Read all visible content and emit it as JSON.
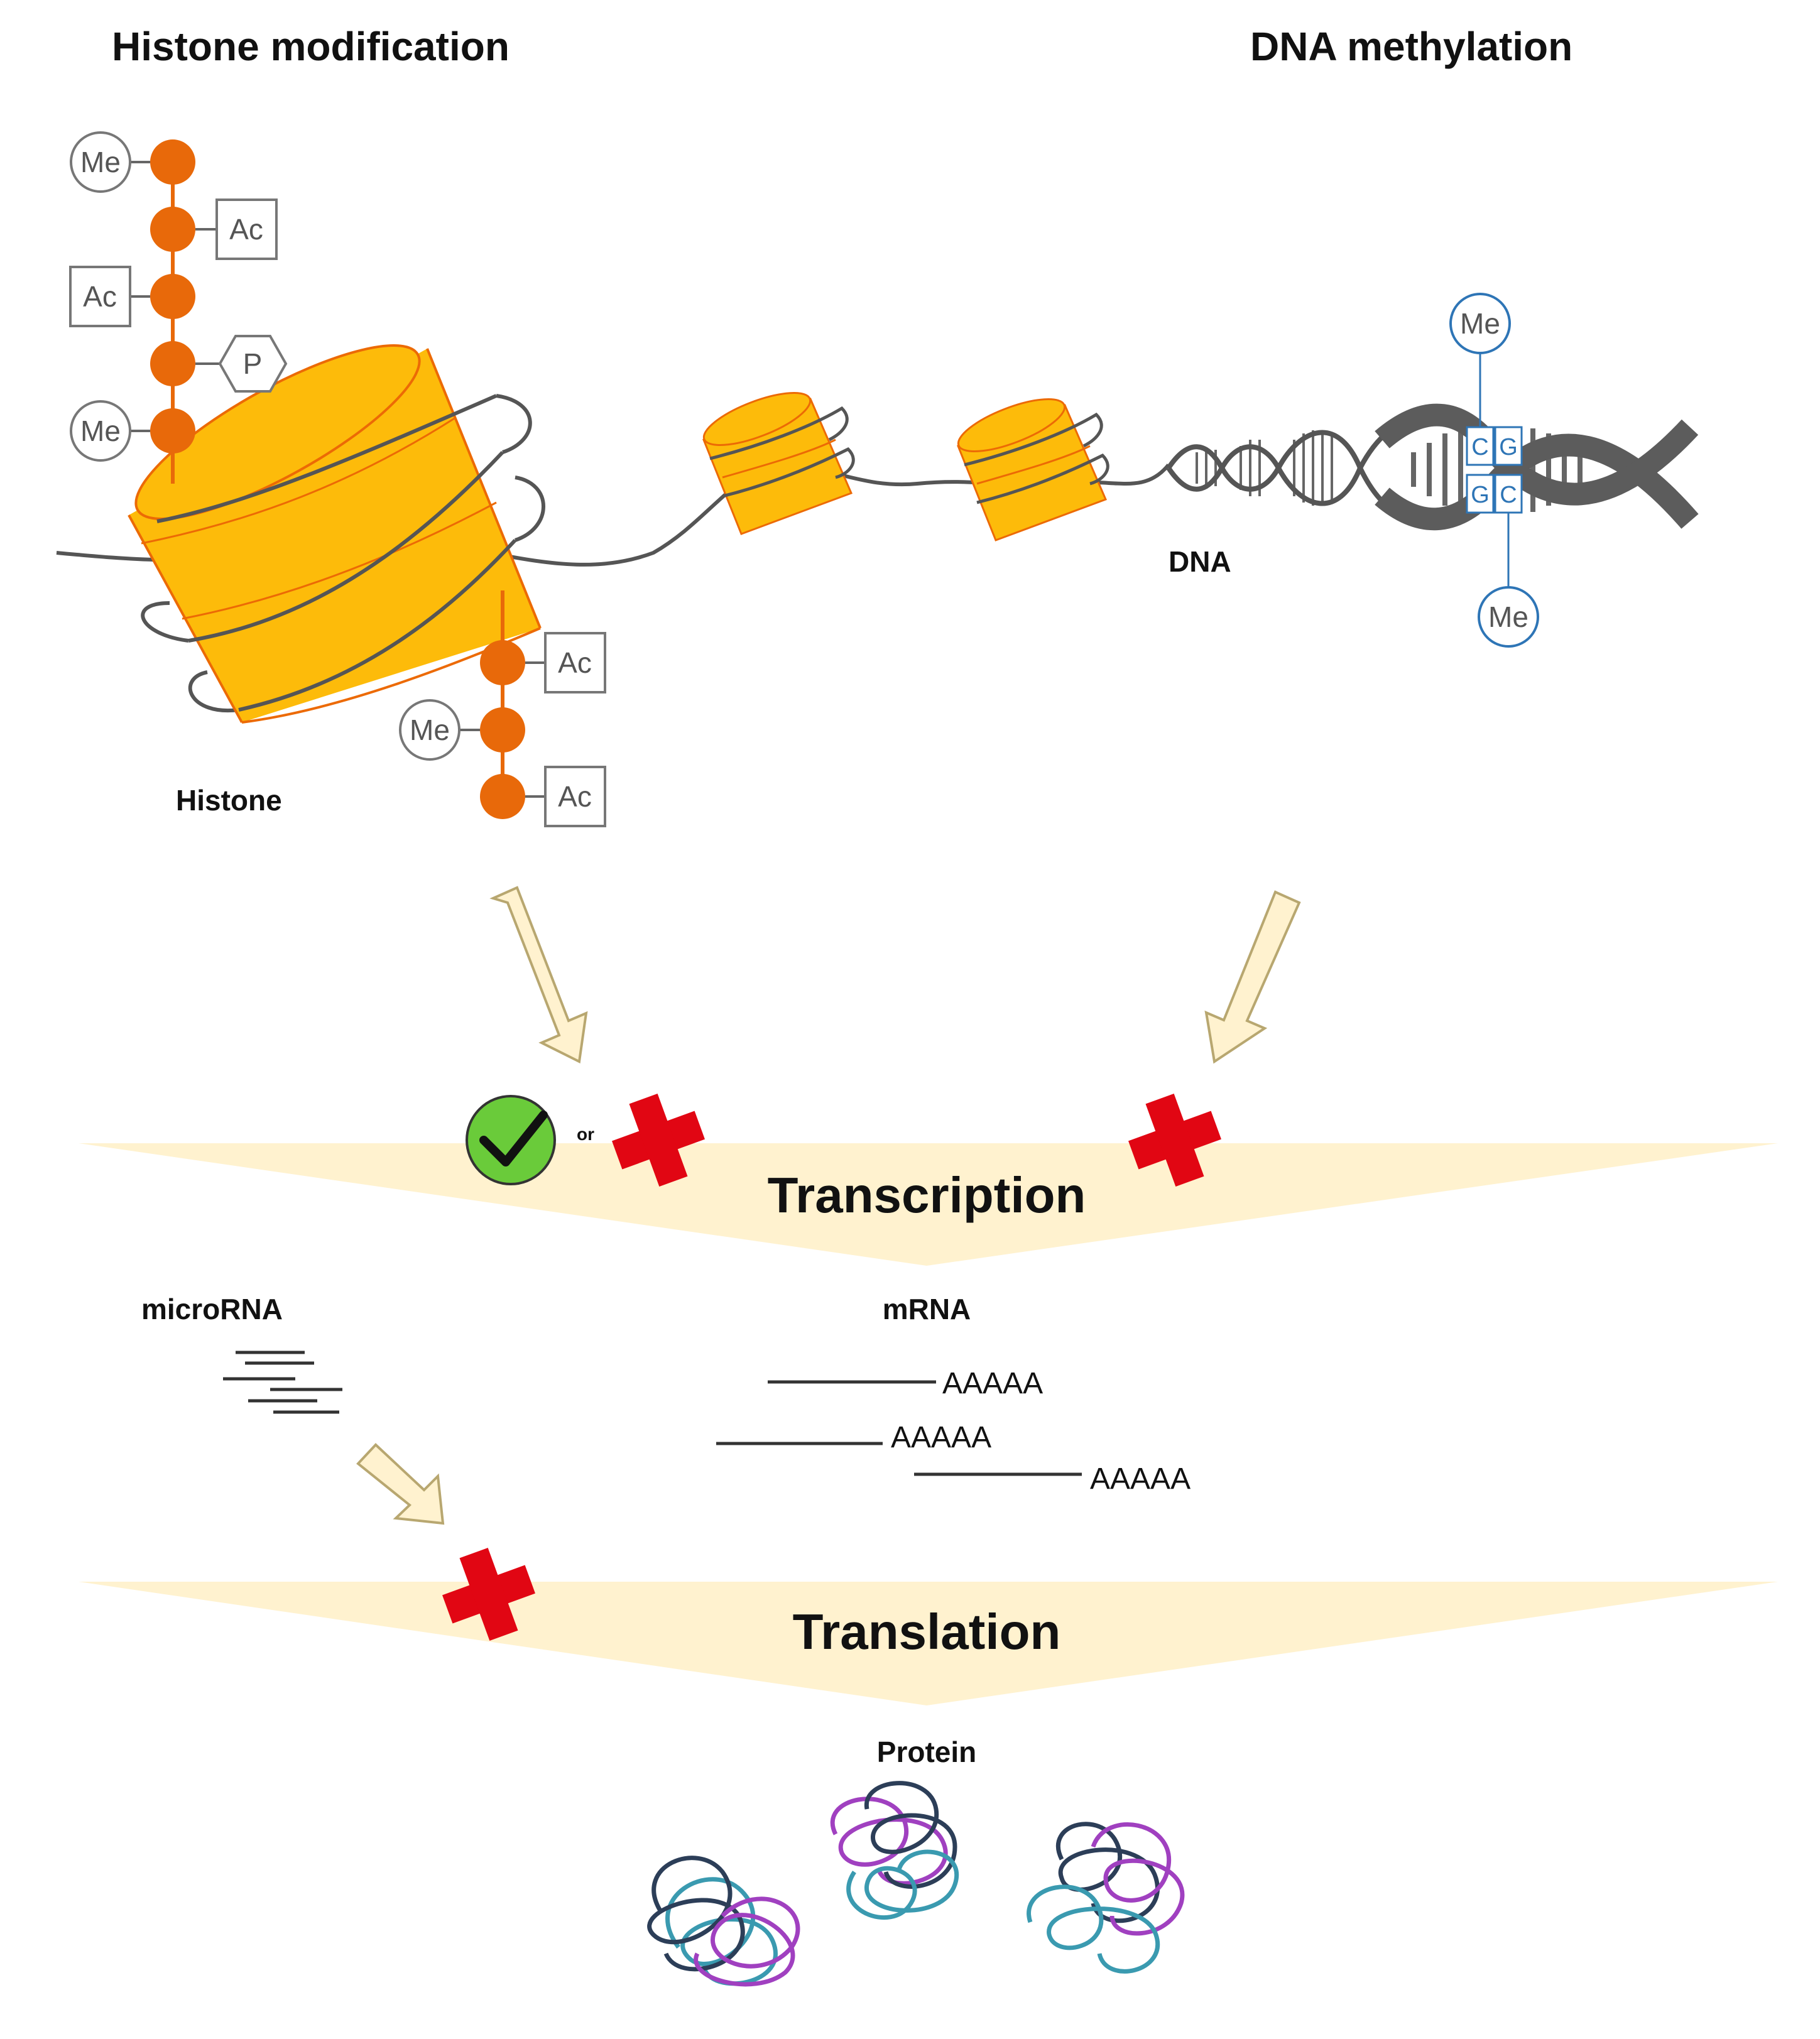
{
  "titles": {
    "histone_modification": "Histone modification",
    "dna_methylation": "DNA methylation"
  },
  "labels": {
    "histone": "Histone",
    "dna": "DNA",
    "microrna": "microRNA",
    "mrna": "mRNA",
    "protein": "Protein",
    "or": "or"
  },
  "stages": {
    "transcription": "Transcription",
    "translation": "Translation"
  },
  "histone_tail_top": [
    "Me",
    "Ac",
    "Ac",
    "P",
    "Me"
  ],
  "histone_tail_bottom": [
    "Ac",
    "Me",
    "Ac"
  ],
  "dna_methyl": {
    "top": "Me",
    "bottom": "Me",
    "bases_top": [
      "C",
      "G"
    ],
    "bases_bottom": [
      "G",
      "C"
    ]
  },
  "mrna_tails": [
    "AAAAA",
    "AAAAA",
    "AAAAA"
  ],
  "colors": {
    "histone_body": "#fdbb0a",
    "histone_edge": "#ec6a05",
    "tail_bead": "#e8690a",
    "dna_strand": "#555555",
    "band": "#fff2cf",
    "arrow_fill": "#fff2cf",
    "arrow_stroke": "#b8a770",
    "cross": "#e10613",
    "check": "#6acb3a",
    "methyl_blue": "#2e75b6",
    "protein_purple": "#a040c0",
    "protein_teal": "#3a9ab0",
    "protein_navy": "#2c3e58"
  }
}
